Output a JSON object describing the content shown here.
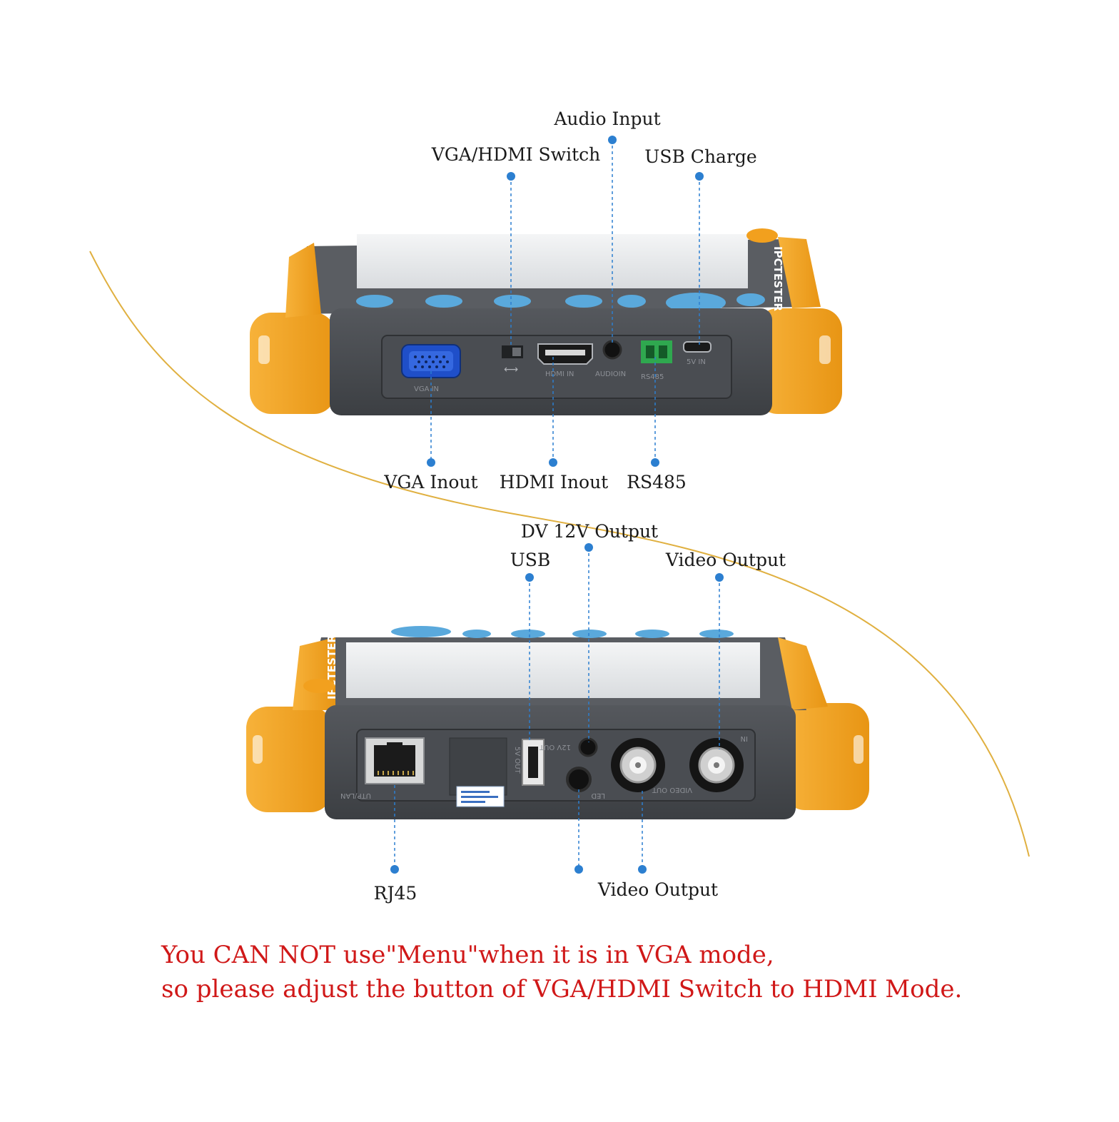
{
  "callouts": {
    "audio_input": "Audio Input",
    "vga_hdmi_switch": "VGA/HDMI Switch",
    "usb_charge": "USB Charge",
    "vga_inout": "VGA Inout",
    "hdmi_inout": "HDMI Inout",
    "rs485": "RS485",
    "dv12v_output": "DV 12V Output",
    "usb": "USB",
    "video_output_top": "Video Output",
    "rj45": "RJ45",
    "video_output_bottom": "Video Output"
  },
  "device_labels": {
    "brand": "IPCTESTER",
    "vga_in": "VGA IN",
    "hdmi_in": "HDMI IN",
    "audio_in": "AUDIOIN",
    "rs485": "RS485",
    "dc5v_in": "5V IN",
    "rj45": "UTP/LAN",
    "usb_5v": "5V OUT",
    "dc12v": "12V OUT",
    "led": "LED",
    "video_out": "VIDEO OUT",
    "video_in": "IN"
  },
  "notice": {
    "line1": "You CAN NOT use\"Menu\"when it is in VGA mode,",
    "line2": "so please adjust the button of VGA/HDMI Switch to HDMI Mode."
  },
  "colors": {
    "accent_orange": "#f5a623",
    "body_gray": "#4a4d52",
    "button_blue": "#5aa9dc",
    "callout_blue": "#2c7fd0",
    "notice_red": "#d01818",
    "curve_gold": "#e0b040"
  }
}
